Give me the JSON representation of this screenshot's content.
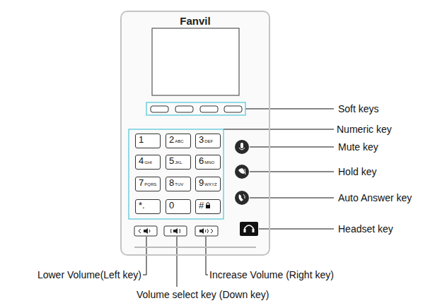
{
  "diagram": {
    "nodes": [
      {
        "text": [
          "Fanvil"
        ]
      },
      {
        "text": [
          "1"
        ],
        "in": 0
      },
      {
        "text": [
          "2",
          "ABC"
        ],
        "in": 0
      },
      {
        "text": [
          "3",
          "DEF"
        ],
        "in": 0
      },
      {
        "text": [
          "4",
          "GHI"
        ],
        "in": 0
      },
      {
        "text": [
          "5",
          "JKL"
        ],
        "in": 0
      },
      {
        "text": [
          "6",
          "MNO"
        ],
        "in": 0
      },
      {
        "text": [
          "7",
          "PQRS"
        ],
        "in": 0
      },
      {
        "text": [
          "8",
          "TUV"
        ],
        "in": 0
      },
      {
        "text": [
          "9",
          "WXYZ"
        ],
        "in": 0
      },
      {
        "text": [
          "*."
        ],
        "in": 0
      },
      {
        "text": [
          "0"
        ],
        "in": 0
      },
      {
        "text": [
          "#"
        ],
        "in": 0
      }
    ],
    "labels": [
      "Soft keys",
      "Numeric key",
      "Mute key",
      "Hold key",
      "Auto Answer key",
      "Headset key",
      "Lower Volume(Left key)",
      "Volume select key (Down key)",
      "Increase Volume (Right key)"
    ]
  }
}
